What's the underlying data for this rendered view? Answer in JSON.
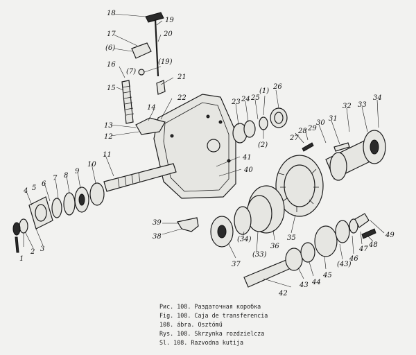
{
  "callouts": [
    {
      "label": "1"
    },
    {
      "label": "2"
    },
    {
      "label": "3"
    },
    {
      "label": "4"
    },
    {
      "label": "5"
    },
    {
      "label": "6"
    },
    {
      "label": "7"
    },
    {
      "label": "8"
    },
    {
      "label": "9"
    },
    {
      "label": "10"
    },
    {
      "label": "11"
    },
    {
      "label": "12"
    },
    {
      "label": "13"
    },
    {
      "label": "14"
    },
    {
      "label": "15"
    },
    {
      "label": "16"
    },
    {
      "label": "17"
    },
    {
      "label": "(6)"
    },
    {
      "label": "18"
    },
    {
      "label": "19"
    },
    {
      "label": "20"
    },
    {
      "label": "(19)"
    },
    {
      "label": "(7)"
    },
    {
      "label": "21"
    },
    {
      "label": "22"
    },
    {
      "label": "23"
    },
    {
      "label": "24"
    },
    {
      "label": "25"
    },
    {
      "label": "(1)"
    },
    {
      "label": "(2)"
    },
    {
      "label": "26"
    },
    {
      "label": "27"
    },
    {
      "label": "28"
    },
    {
      "label": "29"
    },
    {
      "label": "30"
    },
    {
      "label": "31"
    },
    {
      "label": "32"
    },
    {
      "label": "33"
    },
    {
      "label": "34"
    },
    {
      "label": "41"
    },
    {
      "label": "40"
    },
    {
      "label": "39"
    },
    {
      "label": "38"
    },
    {
      "label": "37"
    },
    {
      "label": "(34)"
    },
    {
      "label": "(33)"
    },
    {
      "label": "36"
    },
    {
      "label": "35"
    },
    {
      "label": "42"
    },
    {
      "label": "43"
    },
    {
      "label": "44"
    },
    {
      "label": "45"
    },
    {
      "label": "(43)"
    },
    {
      "label": "46"
    },
    {
      "label": "47"
    },
    {
      "label": "48"
    },
    {
      "label": "49"
    }
  ],
  "captions": [
    "Рис. 108. Раздаточная коробка",
    "Fig. 108. Caja de transferencia",
    "108. ábra. Osztómű",
    "Rys. 108. Skrzynka rozdzielcza",
    "Sl. 108. Razvodna kutija"
  ]
}
